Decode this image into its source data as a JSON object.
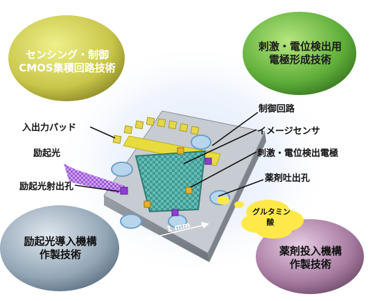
{
  "bubbles": {
    "top_left": {
      "line1": "センシング・制御",
      "line2": "CMOS集積回路技術",
      "color": "#d7d65a"
    },
    "top_right": {
      "line1": "刺激・電位検出用",
      "line2": "電極形成技術",
      "color": "#73c04a"
    },
    "bottom_left": {
      "line1": "励起光導入機構",
      "line2": "作製技術",
      "color": "#a9b9c6"
    },
    "bottom_right": {
      "line1": "薬剤投入機構",
      "line2": "作製技術",
      "color": "#b48aae"
    }
  },
  "labels": {
    "io_pad": "入出力パッド",
    "excitation_light": "励起光",
    "excitation_hole": "励起光射出孔",
    "control_circuit": "制御回路",
    "image_sensor": "イメージセンサ",
    "electrode": "刺激・電位検出電極",
    "drug_hole": "薬剤吐出孔",
    "glutamate_line1": "グルタミン",
    "glutamate_line2": "酸",
    "scale": "1 mm"
  },
  "colors": {
    "chip": "#c8ccd0",
    "pad": "#e4d84a",
    "sensor": "#4da6a0",
    "electrode": "#e8b030",
    "well": "#b7d6ee",
    "glutamate": "#ffe94a",
    "light": "#a65fd9"
  }
}
